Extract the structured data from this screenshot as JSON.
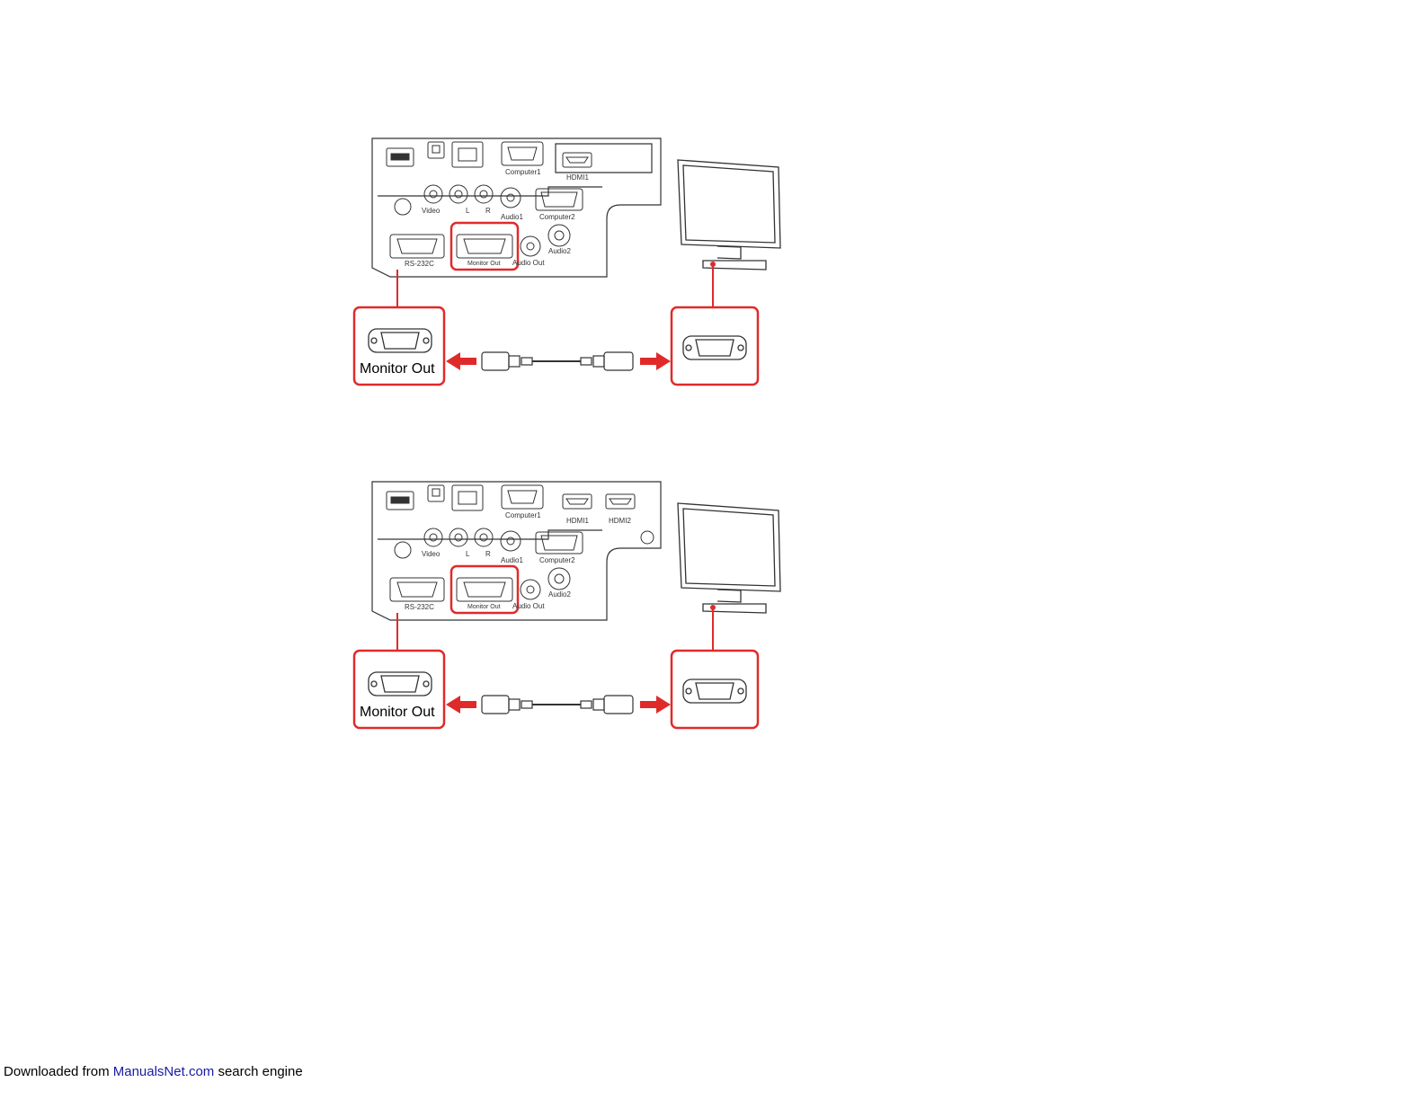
{
  "diagrams": [
    {
      "ports": {
        "computer1": "Computer1",
        "hdmi1": "HDMI1",
        "hdmi2": "",
        "video": "Video",
        "l": "L",
        "r": "R",
        "audio1": "Audio1",
        "computer2": "Computer2",
        "rs232c": "RS-232C",
        "monitor_out": "Monitor Out",
        "audio_out": "Audio Out",
        "audio2": "Audio2"
      },
      "callout_label": "Monitor Out"
    },
    {
      "ports": {
        "computer1": "Computer1",
        "hdmi1": "HDMI1",
        "hdmi2": "HDMI2",
        "video": "Video",
        "l": "L",
        "r": "R",
        "audio1": "Audio1",
        "computer2": "Computer2",
        "rs232c": "RS-232C",
        "monitor_out": "Monitor Out",
        "audio_out": "Audio Out",
        "audio2": "Audio2"
      },
      "callout_label": "Monitor Out"
    }
  ],
  "footer": {
    "prefix": "Downloaded from ",
    "link": "ManualsNet.com",
    "suffix": " search engine"
  },
  "colors": {
    "highlight": "#e02a2a",
    "line": "#333333",
    "link": "#1a1aa6"
  }
}
